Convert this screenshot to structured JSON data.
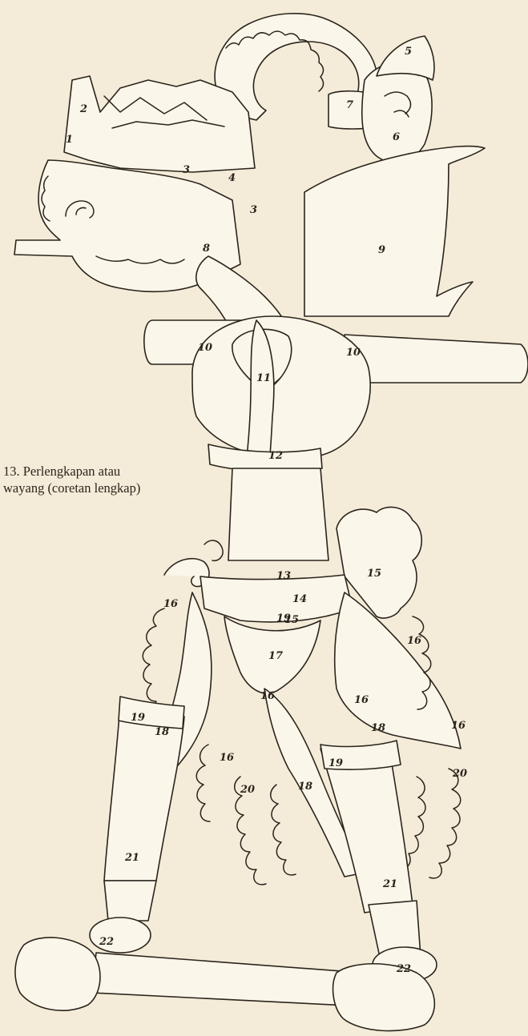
{
  "caption": {
    "line1": "13. Perlengkapan atau",
    "line2": "wayang (coretan lengkap)"
  },
  "part_numbers": [
    "1",
    "2",
    "3",
    "3",
    "4",
    "5",
    "6",
    "7",
    "8",
    "9",
    "10",
    "10",
    "11",
    "12",
    "13",
    "14",
    "15",
    "15",
    "16",
    "16",
    "16",
    "16",
    "16",
    "16",
    "17",
    "18",
    "18",
    "18",
    "19",
    "19",
    "19",
    "20",
    "20",
    "21",
    "21",
    "22",
    "22"
  ],
  "colors": {
    "paper": "#f4ecd8",
    "ink": "#2b241c"
  }
}
